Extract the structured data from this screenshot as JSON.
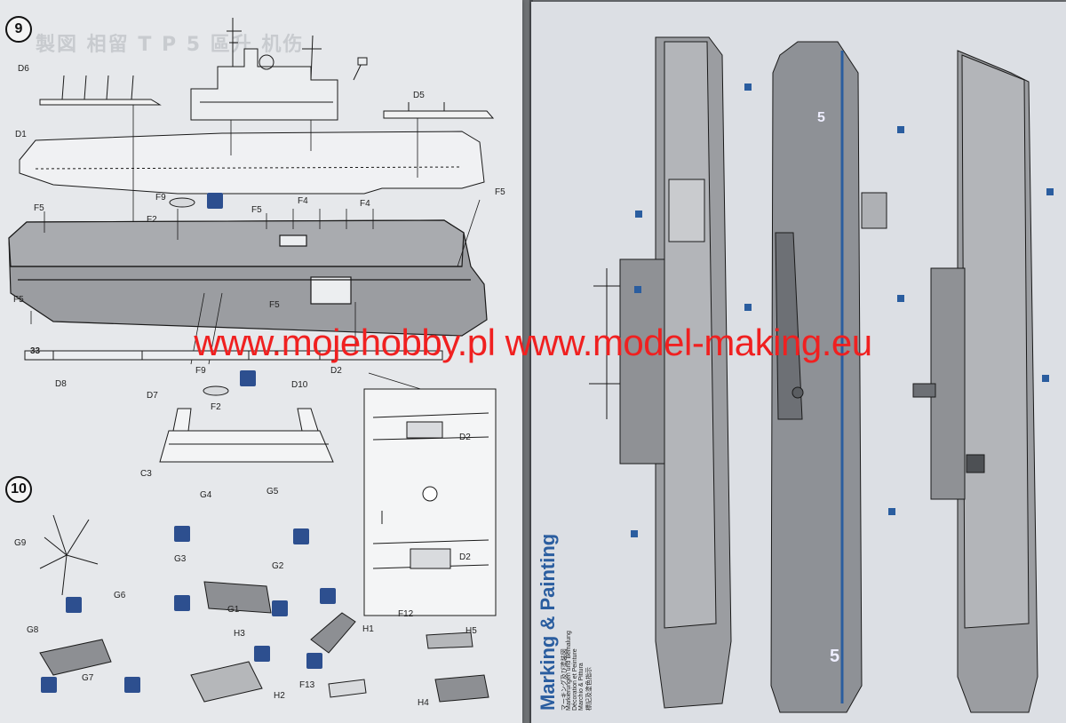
{
  "document": {
    "left_page": {
      "step_9": "9",
      "step_10": "10",
      "faint_heading": "製図 相留 T P 5 區升 机伤",
      "part_labels": {
        "D6": "D6",
        "D1": "D1",
        "D5": "D5",
        "F9a": "F9",
        "F2a": "F2",
        "F5a": "F5",
        "F5b": "F5",
        "F4a": "F4",
        "F4b": "F4",
        "F5c": "F5",
        "F5d": "F5",
        "F5e": "F5",
        "D8": "D8",
        "D7": "D7",
        "F9b": "F9",
        "F2b": "F2",
        "D10": "D10",
        "D2a": "D2",
        "D2b": "D2",
        "D2c": "D2",
        "C3": "C3",
        "G4": "G4",
        "G5": "G5",
        "G9": "G9",
        "G3": "G3",
        "G2": "G2",
        "G1": "G1",
        "G6": "G6",
        "G8": "G8",
        "G7": "G7",
        "H3": "H3",
        "H1": "H1",
        "H2": "H2",
        "F12": "F12",
        "H5": "H5",
        "F13": "F13",
        "H4": "H4",
        "hull_num": "33"
      }
    },
    "right_page": {
      "title": "Marking & Painting",
      "lines": [
        "マーキング及び塗装図",
        "Markierungen und Bemalung",
        "Décoration et Peinture",
        "Marchio & Pittura",
        "標記及塗色指示"
      ],
      "deck_number": "5"
    },
    "watermark": "www.mojehobby.pl www.model-making.eu",
    "colors": {
      "hull_gray": "#9b9da1",
      "deck_gray": "#8e9196",
      "line": "#1a1a1a",
      "title_blue": "#2a5d9f",
      "watermark_red": "#f02020",
      "star_blue": "#2d4f8f"
    }
  }
}
